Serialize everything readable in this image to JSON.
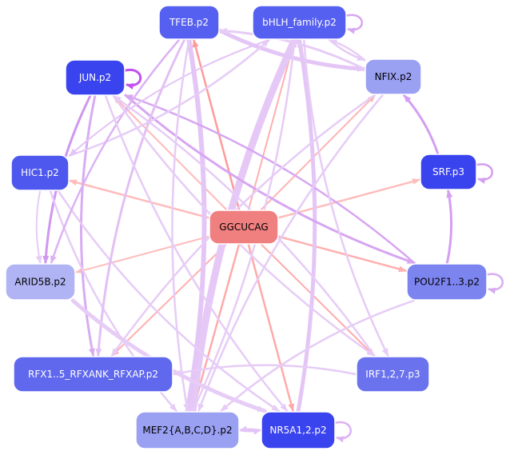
{
  "diagram": {
    "nodes": [
      {
        "id": "center",
        "label": "GGCUCAG",
        "fill": "#f08080",
        "text_color": "#000000"
      },
      {
        "id": "tfeb",
        "label": "TFEB.p2",
        "fill": "#5660f0",
        "text_color": "#ffffff"
      },
      {
        "id": "bhlh",
        "label": "bHLH_family.p2",
        "fill": "#5660f0",
        "text_color": "#ffffff"
      },
      {
        "id": "nfix",
        "label": "NFIX.p2",
        "fill": "#9aa0f2",
        "text_color": "#000000"
      },
      {
        "id": "jun",
        "label": "JUN.p2",
        "fill": "#3a44ee",
        "text_color": "#ffffff"
      },
      {
        "id": "hic1",
        "label": "HIC1.p2",
        "fill": "#4e58ee",
        "text_color": "#ffffff"
      },
      {
        "id": "srf",
        "label": "SRF.p3",
        "fill": "#3a44ee",
        "text_color": "#ffffff"
      },
      {
        "id": "arid5b",
        "label": "ARID5B.p2",
        "fill": "#b0b4f4",
        "text_color": "#000000"
      },
      {
        "id": "pou2f",
        "label": "POU2F1..3.p2",
        "fill": "#7c84f0",
        "text_color": "#000000"
      },
      {
        "id": "rfx",
        "label": "RFX1..5_RFXANK_RFXAP.p2",
        "fill": "#6068ee",
        "text_color": "#ffffff"
      },
      {
        "id": "irf",
        "label": "IRF1,2,7.p3",
        "fill": "#6a72ee",
        "text_color": "#ffffff"
      },
      {
        "id": "mef2",
        "label": "MEF2{A,B,C,D}.p2",
        "fill": "#9aa0f2",
        "text_color": "#000000"
      },
      {
        "id": "nr5a",
        "label": "NR5A1,2.p2",
        "fill": "#3a44ee",
        "text_color": "#ffffff"
      }
    ],
    "edges": [
      {
        "from": "center",
        "to": "tfeb",
        "color": "#ff9a9a",
        "weight": 2.5
      },
      {
        "from": "center",
        "to": "bhlh",
        "color": "#ffb0b0",
        "weight": 2
      },
      {
        "from": "center",
        "to": "nfix",
        "color": "#ffb4b4",
        "weight": 2
      },
      {
        "from": "center",
        "to": "jun",
        "color": "#ffb8b8",
        "weight": 2
      },
      {
        "from": "center",
        "to": "hic1",
        "color": "#ffbcbc",
        "weight": 2.5
      },
      {
        "from": "center",
        "to": "srf",
        "color": "#ffbcbc",
        "weight": 2.5
      },
      {
        "from": "center",
        "to": "arid5b",
        "color": "#ffbcbc",
        "weight": 2
      },
      {
        "from": "center",
        "to": "pou2f",
        "color": "#ffb0b0",
        "weight": 2.5
      },
      {
        "from": "center",
        "to": "rfx",
        "color": "#ffb0b0",
        "weight": 2
      },
      {
        "from": "center",
        "to": "irf",
        "color": "#ffaaaa",
        "weight": 2
      },
      {
        "from": "center",
        "to": "mef2",
        "color": "#ffaaaa",
        "weight": 2.5
      },
      {
        "from": "center",
        "to": "nr5a",
        "color": "#ffaaaa",
        "weight": 2.5
      },
      {
        "from": "bhlh",
        "to": "mef2",
        "color": "#e6c8f6",
        "weight": 9
      },
      {
        "from": "nr5a",
        "to": "bhlh",
        "color": "#e4c6f6",
        "weight": 5
      },
      {
        "from": "mef2",
        "to": "tfeb",
        "color": "#e4c6f6",
        "weight": 6
      },
      {
        "from": "tfeb",
        "to": "nfix",
        "color": "#e4c6f6",
        "weight": 5
      },
      {
        "from": "nfix",
        "to": "tfeb",
        "color": "#e6ccf6",
        "weight": 3
      },
      {
        "from": "bhlh",
        "to": "nfix",
        "color": "#e6ccf6",
        "weight": 2.5
      },
      {
        "from": "nfix",
        "to": "bhlh",
        "color": "#e6ccf6",
        "weight": 2.5
      },
      {
        "from": "jun",
        "to": "pou2f",
        "color": "#d7a6f2",
        "weight": 3
      },
      {
        "from": "pou2f",
        "to": "jun",
        "color": "#d7a6f2",
        "weight": 2.5
      },
      {
        "from": "jun",
        "to": "arid5b",
        "color": "#cf97f0",
        "weight": 3
      },
      {
        "from": "jun",
        "to": "rfx",
        "color": "#d8acf2",
        "weight": 3
      },
      {
        "from": "pou2f",
        "to": "srf",
        "color": "#d49ef2",
        "weight": 3
      },
      {
        "from": "srf",
        "to": "nfix",
        "color": "#d49ef2",
        "weight": 3
      },
      {
        "from": "hic1",
        "to": "bhlh",
        "color": "#e6ccf6",
        "weight": 2.5
      },
      {
        "from": "hic1",
        "to": "mef2",
        "color": "#e6ccf6",
        "weight": 2.5
      },
      {
        "from": "hic1",
        "to": "nr5a",
        "color": "#e6ccf6",
        "weight": 2.5
      },
      {
        "from": "tfeb",
        "to": "arid5b",
        "color": "#dcb2f4",
        "weight": 2.5
      },
      {
        "from": "tfeb",
        "to": "rfx",
        "color": "#e2c0f4",
        "weight": 3
      },
      {
        "from": "bhlh",
        "to": "hic1",
        "color": "#e4c4f6",
        "weight": 2
      },
      {
        "from": "bhlh",
        "to": "irf",
        "color": "#e6ccf6",
        "weight": 2.5
      },
      {
        "from": "nfix",
        "to": "mef2",
        "color": "#e6ccf6",
        "weight": 2.5
      },
      {
        "from": "nfix",
        "to": "rfx",
        "color": "#e6ccf6",
        "weight": 2.5
      },
      {
        "from": "jun",
        "to": "nr5a",
        "color": "#e6ccf6",
        "weight": 2.5
      },
      {
        "from": "jun",
        "to": "irf",
        "color": "#e6ccf6",
        "weight": 2.5
      },
      {
        "from": "arid5b",
        "to": "nr5a",
        "color": "#e6ccf6",
        "weight": 5
      },
      {
        "from": "pou2f",
        "to": "mef2",
        "color": "#e6ccf6",
        "weight": 2.5
      },
      {
        "from": "irf",
        "to": "rfx",
        "color": "#e6ccf6",
        "weight": 2.5
      },
      {
        "from": "mef2",
        "to": "bhlh",
        "color": "#e6ccf6",
        "weight": 2.5
      },
      {
        "from": "irf",
        "to": "jun",
        "color": "#e6ccf6",
        "weight": 2.5
      },
      {
        "from": "nr5a",
        "to": "mef2",
        "color": "#e4c4f6",
        "weight": 2.5
      },
      {
        "from": "mef2",
        "to": "nr5a",
        "color": "#e4c4f6",
        "weight": 2.5
      },
      {
        "from": "tfeb",
        "to": "mef2",
        "color": "#e6ccf6",
        "weight": 2.5
      },
      {
        "from": "hic1",
        "to": "arid5b",
        "color": "#e6ccf6",
        "weight": 2
      }
    ],
    "self_loops": [
      {
        "node": "jun",
        "color": "#c050f0",
        "weight": 3
      },
      {
        "node": "bhlh",
        "color": "#d8a6f2",
        "weight": 2.5
      },
      {
        "node": "srf",
        "color": "#d49ef2",
        "weight": 2.5
      },
      {
        "node": "pou2f",
        "color": "#d8acf2",
        "weight": 2.5
      },
      {
        "node": "nr5a",
        "color": "#dcb2f4",
        "weight": 2.5
      }
    ]
  }
}
